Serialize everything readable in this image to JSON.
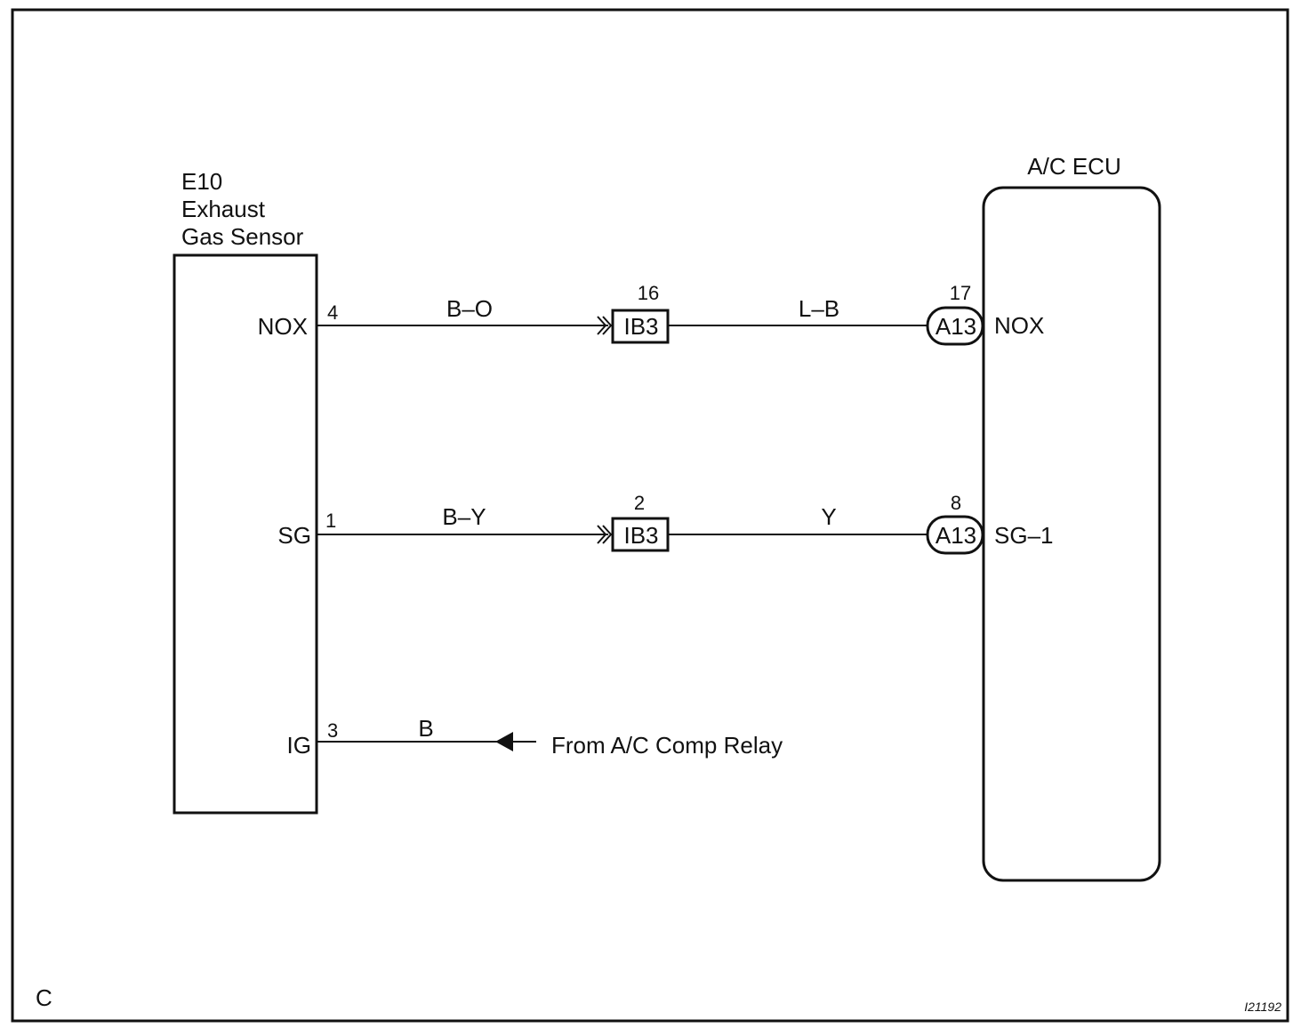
{
  "diagram": {
    "corner_letter": "C",
    "figure_id": "I21192",
    "sensor": {
      "id": "E10",
      "name_line1": "Exhaust",
      "name_line2": "Gas Sensor",
      "terminals": [
        "NOX",
        "SG",
        "IG"
      ],
      "pins": [
        "4",
        "1",
        "3"
      ]
    },
    "ecu": {
      "name": "A/C ECU",
      "terminals": [
        "NOX",
        "SG–1"
      ],
      "pins": [
        "17",
        "8"
      ],
      "connector": "A13"
    },
    "circuits": [
      {
        "wire_to_junction": "B–O",
        "junction": "IB3",
        "junction_pin": "16",
        "wire_to_ecu": "L–B"
      },
      {
        "wire_to_junction": "B–Y",
        "junction": "IB3",
        "junction_pin": "2",
        "wire_to_ecu": "Y"
      }
    ],
    "ig_circuit": {
      "wire": "B",
      "source": "From A/C Comp Relay"
    }
  }
}
